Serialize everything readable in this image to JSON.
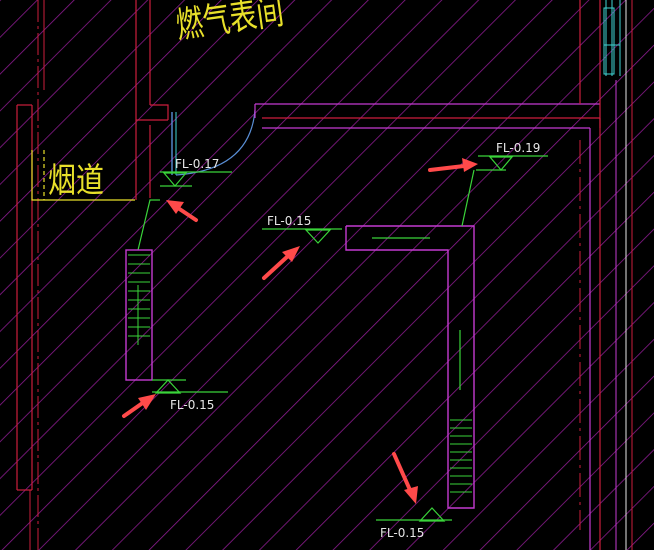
{
  "drawing": {
    "colors": {
      "background": "#000000",
      "hatch": "#8b1b8f",
      "wall_red": "#cc1e3c",
      "wall_magenta": "#c43bd1",
      "room_text": "#e8e02a",
      "pipe_green": "#3ad43a",
      "label_white": "#e6e6e6",
      "arrow_red": "#ff4a4a",
      "cyan": "#3fd6d6",
      "door_blue": "#5a8fd6"
    },
    "rooms": {
      "gas_meter_room": "燃气表间",
      "flue": "烟道"
    },
    "level_labels": {
      "label_a": "FL-0.17",
      "label_b": "FL-0.15",
      "label_c": "FL-0.19",
      "label_d": "FL-0.15",
      "label_e": "FL-0.15"
    },
    "icons": {
      "level_marker": "triangle-level-marker-icon",
      "arrow": "red-arrow-icon"
    }
  }
}
